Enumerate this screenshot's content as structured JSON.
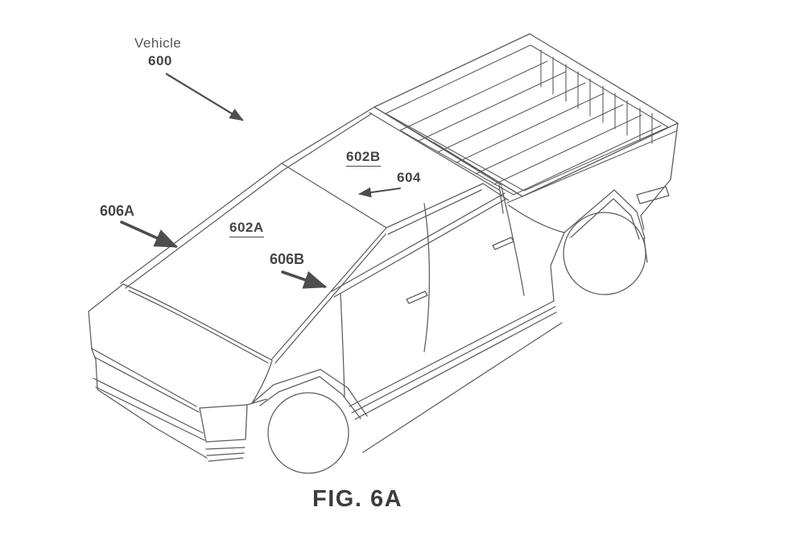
{
  "colors": {
    "ink": "#4f4f4f",
    "label_ink": "#424242",
    "paper": "#ffffff"
  },
  "figure": {
    "caption": "FIG. 6A",
    "labels": {
      "vehicle_name": "Vehicle",
      "vehicle_number": "600",
      "ref_602A": "602A",
      "ref_602B": "602B",
      "ref_604": "604",
      "ref_606A": "606A",
      "ref_606B": "606B"
    }
  }
}
